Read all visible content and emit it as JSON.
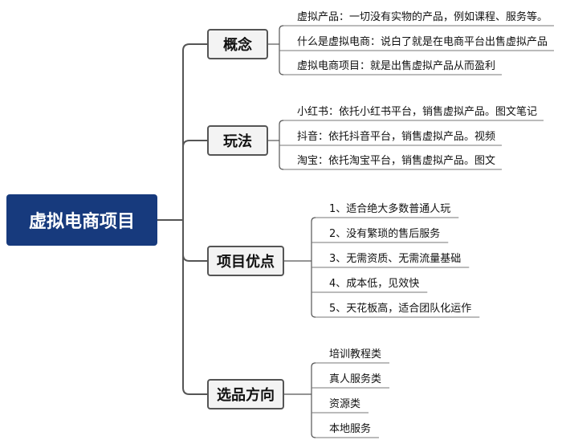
{
  "root": {
    "label": "虚拟电商项目"
  },
  "branches": [
    {
      "label": "概念",
      "items": [
        "虚拟产品：一切没有实物的产品，例如课程、服务等。",
        "什么是虚拟电商：说白了就是在电商平台出售虚拟产品",
        "虚拟电商项目：就是出售虚拟产品从而盈利"
      ]
    },
    {
      "label": "玩法",
      "items": [
        "小红书：依托小红书平台，销售虚拟产品。图文笔记",
        "抖音：依托抖音平台，销售虚拟产品。视频",
        "淘宝：依托淘宝平台，销售虚拟产品。图文"
      ]
    },
    {
      "label": "项目优点",
      "items": [
        "1、适合绝大多数普通人玩",
        "2、没有繁琐的售后服务",
        "3、无需资质、无需流量基础",
        "4、成本低，见效快",
        "5、天花板高，适合团队化运作"
      ]
    },
    {
      "label": "选品方向",
      "items": [
        "培训教程类",
        "真人服务类",
        "资源类",
        "本地服务"
      ]
    }
  ],
  "colors": {
    "root_fill": "#173a7d",
    "root_text": "#ffffff",
    "branch_fill": "#f3f3f3",
    "branch_border": "#555555",
    "connector": "#555555",
    "leaf_underline": "#777777"
  }
}
